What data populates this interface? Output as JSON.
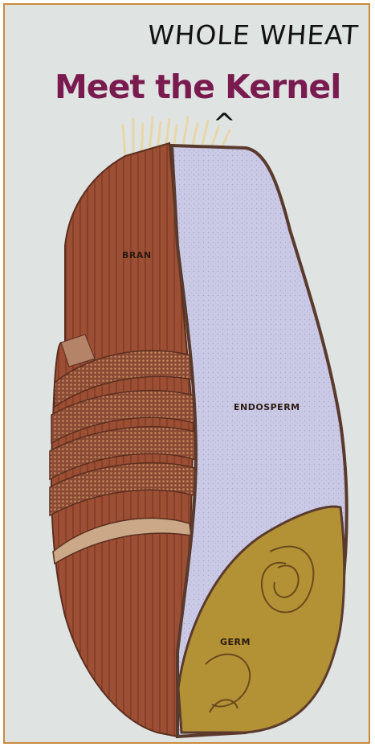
{
  "handwritten_note": "WHOLE WHEAT",
  "title": "Meet the Kernel",
  "caret": "^",
  "labels": {
    "bran": "BRAN",
    "endosperm": "ENDOSPERM",
    "germ": "GERM"
  },
  "colors": {
    "frame_border": "#c98a3c",
    "background": "#dfe3e2",
    "title": "#7a1b4f",
    "bran": "#9c4f34",
    "endosperm": "#c9c8e4",
    "germ": "#b39236"
  }
}
